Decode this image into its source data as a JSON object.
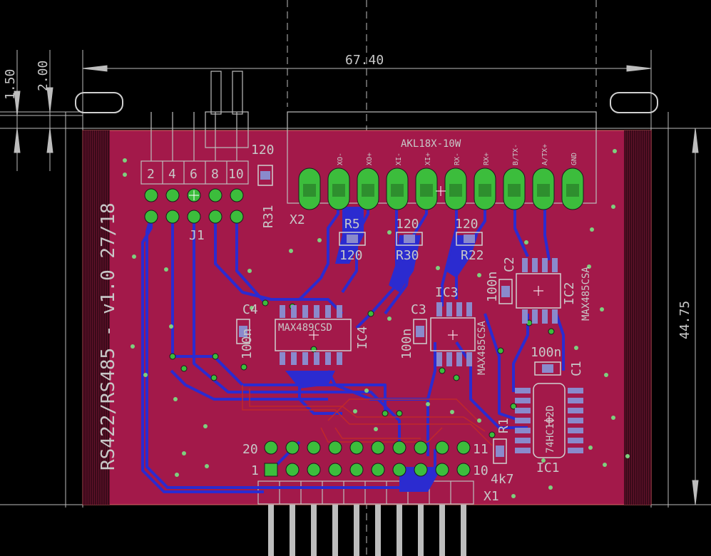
{
  "dimensions": {
    "width": "67.40",
    "height": "44.75",
    "offset_a": "1.50",
    "offset_b": "2.00"
  },
  "board_title": "RS422/RS485 - v1.0 27/18",
  "connectors": {
    "j1": {
      "name": "J1",
      "pins": [
        "2",
        "4",
        "6",
        "8",
        "10"
      ]
    },
    "x2": {
      "name": "X2",
      "part": "AKL18X-10W",
      "signals": [
        "XO-",
        "XO+",
        "XI-",
        "XI+",
        "RX-",
        "RX+",
        "B/TX-",
        "A/TX+",
        "GND"
      ]
    },
    "x1": {
      "name": "X1",
      "pin_labels": [
        "20",
        "11",
        "1",
        "10"
      ]
    }
  },
  "components": {
    "ic1": {
      "name": "IC1",
      "part": "74HC102D"
    },
    "ic2": {
      "name": "IC2",
      "part": "MAX485CSA"
    },
    "ic3": {
      "name": "IC3",
      "part": "MAX485CSA"
    },
    "ic4": {
      "name": "IC4",
      "part": "MAX489CSD"
    },
    "c1": {
      "name": "C1",
      "value": "100n"
    },
    "c2": {
      "name": "C2",
      "value": "100n"
    },
    "c3": {
      "name": "C3",
      "value": "100n"
    },
    "c4": {
      "name": "C4",
      "value": "100n"
    },
    "r1": {
      "name": "R1",
      "value": "4k7"
    },
    "r5": {
      "name": "R5",
      "value": "120"
    },
    "r22": {
      "name": "R22",
      "value": "120"
    },
    "r30": {
      "name": "R30",
      "value": "120"
    },
    "r31": {
      "name": "R31",
      "value": "120"
    },
    "r22_top": "120",
    "r30_top": "120"
  },
  "colors": {
    "background": "#000000",
    "board": "#a3194a",
    "top_copper": "#9a1a1a",
    "bottom_copper": "#2b2bd0",
    "pad": "#3cbd3c",
    "silk": "#c8c8c8",
    "via": "#7ed07e"
  }
}
